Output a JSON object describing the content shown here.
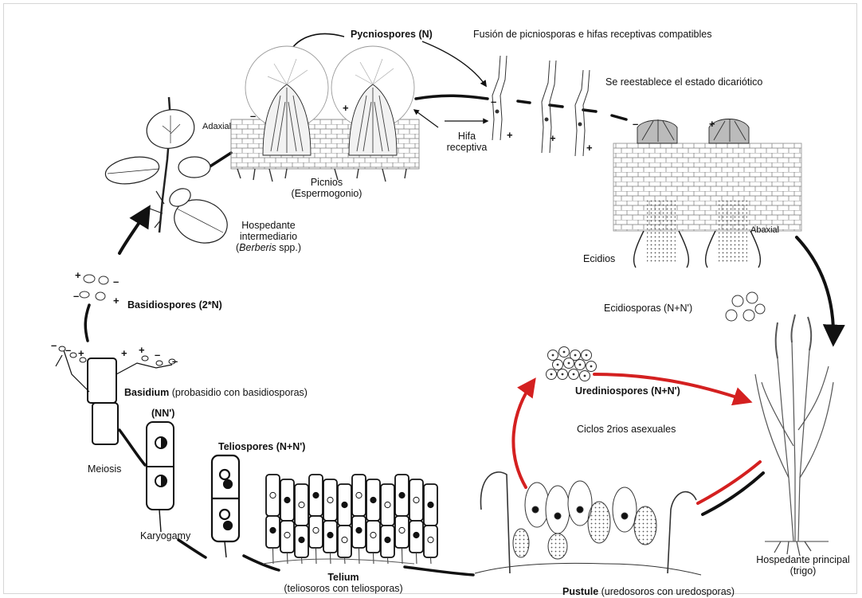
{
  "labels": {
    "pycniospores_bold": "Pycniospores",
    "pycniospores_rest": " (N)",
    "fusion": "Fusión de picniosporas e hifas receptivas compatibles",
    "dicariotico": "Se reestablece el estado dicariótico",
    "adaxial": "Adaxial",
    "abaxial": "Abaxial",
    "hifa_line1": "Hifa",
    "hifa_line2": "receptiva",
    "picnios_line1": "Picnios",
    "picnios_line2": "(Espermogonio)",
    "hosp_int_line1": "Hospedante",
    "hosp_int_line2": "intermediario",
    "hosp_int_line3_italic": "Berberis",
    "hosp_int_line3_rest": " spp.)",
    "hosp_int_line3_open": "(",
    "ecidios": "Ecidios",
    "ecidiosporas": "Ecidiosporas (N+N')",
    "basidiospores": "Basidiospores (2*N)",
    "basidium_bold": "Basidium",
    "basidium_rest": " (probasidio con basidiosporas)",
    "nn": "(NN')",
    "urediniospores": "Urediniospores (N+N')",
    "ciclos": "Ciclos 2rios asexuales",
    "teliospores": "Teliospores (N+N')",
    "meiosis": "Meiosis",
    "karyogamy": "Karyogamy",
    "telium_bold": "Telium",
    "telium_rest": "(teliosoros con teliosporas)",
    "pustule_bold": "Pustule",
    "pustule_rest": " (uredosoros con uredosporas)",
    "hosp_princ_line1": "Hospedante principal",
    "hosp_princ_line2": "(trigo)",
    "plus": "+",
    "minus": "–"
  },
  "colors": {
    "cycle_line": "#111111",
    "asexual_arrow": "#d42020",
    "ink": "#1a1a1a",
    "frame": "#d6d6d6"
  }
}
